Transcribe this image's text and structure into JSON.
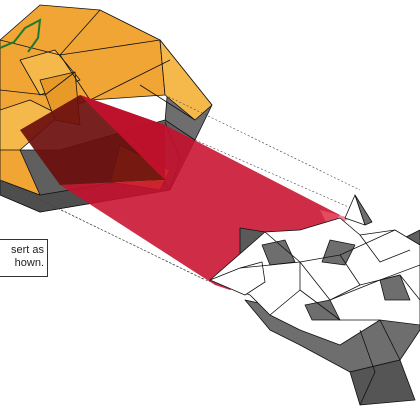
{
  "diagram": {
    "callout": {
      "line1": "sert as",
      "line2": "hown."
    },
    "colors": {
      "orange_face": "#F0A535",
      "orange_light": "#F5B84A",
      "orange_edge": "#3A2A10",
      "grey_face": "#6E6E6E",
      "grey_dark": "#505050",
      "white_face": "#FFFFFF",
      "red_beam": "#C8102E",
      "dark_red": "#6B0E0E",
      "green_line": "#1E7A2E",
      "outline": "#111111"
    },
    "icons": [
      "folded-model-orange",
      "folded-model-white",
      "projection-beam",
      "green-fold-line"
    ]
  }
}
